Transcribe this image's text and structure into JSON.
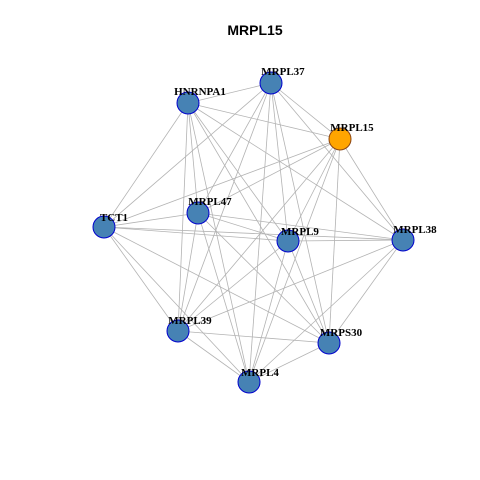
{
  "title": "MRPL15",
  "colors": {
    "hub_fill": "#FFA500",
    "hub_stroke": "#8B4513",
    "node_fill": "#4682B4",
    "node_stroke": "#0000CD",
    "edge": "#B3B3B3"
  },
  "nodes": [
    {
      "id": "MRPL37",
      "label": "MRPL37",
      "hub": false
    },
    {
      "id": "HNRNPA1",
      "label": "HNRNPA1",
      "hub": false
    },
    {
      "id": "MRPL15",
      "label": "MRPL15",
      "hub": true
    },
    {
      "id": "MRPL47",
      "label": "MRPL47",
      "hub": false
    },
    {
      "id": "TCT1",
      "label": "TCT1",
      "hub": false
    },
    {
      "id": "MRPL9",
      "label": "MRPL9",
      "hub": false
    },
    {
      "id": "MRPL38",
      "label": "MRPL38",
      "hub": false
    },
    {
      "id": "MRPL39",
      "label": "MRPL39",
      "hub": false
    },
    {
      "id": "MRPS30",
      "label": "MRPS30",
      "hub": false
    },
    {
      "id": "MRPL4",
      "label": "MRPL4",
      "hub": false
    }
  ],
  "edges": [
    [
      "MRPL37",
      "HNRNPA1"
    ],
    [
      "MRPL37",
      "MRPL15"
    ],
    [
      "MRPL37",
      "MRPL47"
    ],
    [
      "MRPL37",
      "TCT1"
    ],
    [
      "MRPL37",
      "MRPL9"
    ],
    [
      "MRPL37",
      "MRPL38"
    ],
    [
      "MRPL37",
      "MRPL39"
    ],
    [
      "MRPL37",
      "MRPS30"
    ],
    [
      "MRPL37",
      "MRPL4"
    ],
    [
      "HNRNPA1",
      "MRPL15"
    ],
    [
      "HNRNPA1",
      "MRPL47"
    ],
    [
      "HNRNPA1",
      "TCT1"
    ],
    [
      "HNRNPA1",
      "MRPL9"
    ],
    [
      "HNRNPA1",
      "MRPL38"
    ],
    [
      "HNRNPA1",
      "MRPL39"
    ],
    [
      "HNRNPA1",
      "MRPS30"
    ],
    [
      "HNRNPA1",
      "MRPL4"
    ],
    [
      "MRPL15",
      "MRPL47"
    ],
    [
      "MRPL15",
      "TCT1"
    ],
    [
      "MRPL15",
      "MRPL9"
    ],
    [
      "MRPL15",
      "MRPL38"
    ],
    [
      "MRPL15",
      "MRPL39"
    ],
    [
      "MRPL15",
      "MRPS30"
    ],
    [
      "MRPL15",
      "MRPL4"
    ],
    [
      "MRPL47",
      "TCT1"
    ],
    [
      "MRPL47",
      "MRPL9"
    ],
    [
      "MRPL47",
      "MRPL38"
    ],
    [
      "MRPL47",
      "MRPL39"
    ],
    [
      "MRPL47",
      "MRPS30"
    ],
    [
      "MRPL47",
      "MRPL4"
    ],
    [
      "TCT1",
      "MRPL9"
    ],
    [
      "TCT1",
      "MRPL38"
    ],
    [
      "TCT1",
      "MRPL39"
    ],
    [
      "TCT1",
      "MRPS30"
    ],
    [
      "TCT1",
      "MRPL4"
    ],
    [
      "MRPL9",
      "MRPL38"
    ],
    [
      "MRPL9",
      "MRPL39"
    ],
    [
      "MRPL9",
      "MRPS30"
    ],
    [
      "MRPL9",
      "MRPL4"
    ],
    [
      "MRPL38",
      "MRPL39"
    ],
    [
      "MRPL38",
      "MRPS30"
    ],
    [
      "MRPL38",
      "MRPL4"
    ],
    [
      "MRPL39",
      "MRPS30"
    ],
    [
      "MRPL39",
      "MRPL4"
    ],
    [
      "MRPS30",
      "MRPL4"
    ]
  ]
}
